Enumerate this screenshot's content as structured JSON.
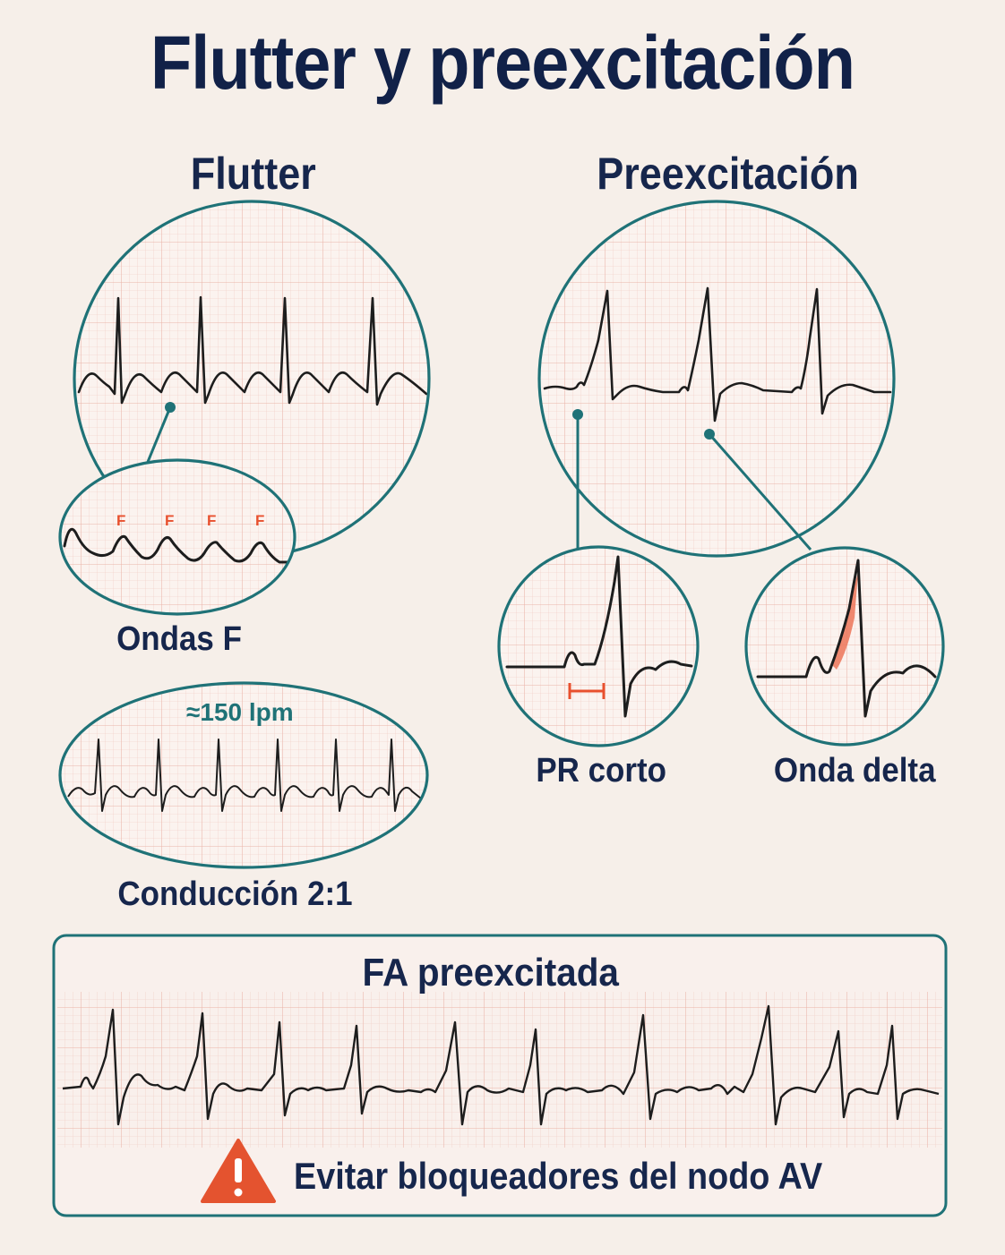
{
  "title": "Flutter y preexcitación",
  "sections": {
    "flutter": {
      "heading": "Flutter",
      "f_wave_marker": "F",
      "f_waves_label": "Ondas F",
      "rate_label": "≈150 lpm",
      "conduction_label": "Conducción 2:1"
    },
    "preexcitation": {
      "heading": "Preexcitación",
      "short_pr_label": "PR corto",
      "delta_wave_label": "Onda delta"
    },
    "preexcited_af": {
      "heading": "FA preexcitada",
      "warning": "Evitar bloqueadores del nodo AV"
    }
  },
  "colors": {
    "background": "#f6efe9",
    "accent_teal": "#1f7277",
    "highlight_orange": "#e8502e",
    "ink_navy": "#14254a"
  },
  "icons": [
    "warning-triangle-icon"
  ]
}
